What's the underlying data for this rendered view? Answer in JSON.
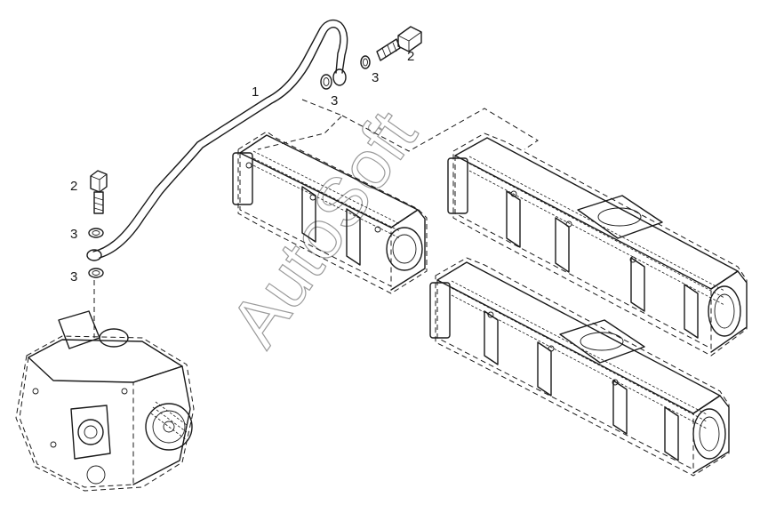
{
  "labels": {
    "pipe": "1",
    "banjo_bolt_top": "2",
    "banjo_bolt_left": "2",
    "washer_top_a": "3",
    "washer_top_b": "3",
    "washer_left_a": "3",
    "washer_left_b": "3"
  },
  "watermark": "AutoSoft",
  "colors": {
    "ink": "#1a1a1a",
    "watermark": "#9a9a9a",
    "background": "#ffffff"
  }
}
